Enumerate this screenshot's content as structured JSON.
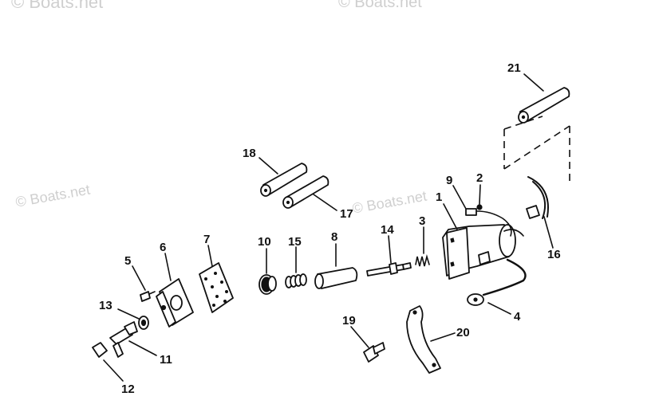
{
  "watermark": {
    "text": "© Boats.net",
    "color": "#cfcfcf"
  },
  "callouts": [
    "1",
    "2",
    "3",
    "4",
    "5",
    "6",
    "7",
    "8",
    "9",
    "10",
    "11",
    "12",
    "13",
    "14",
    "15",
    "16",
    "17",
    "18",
    "19",
    "20",
    "21"
  ]
}
